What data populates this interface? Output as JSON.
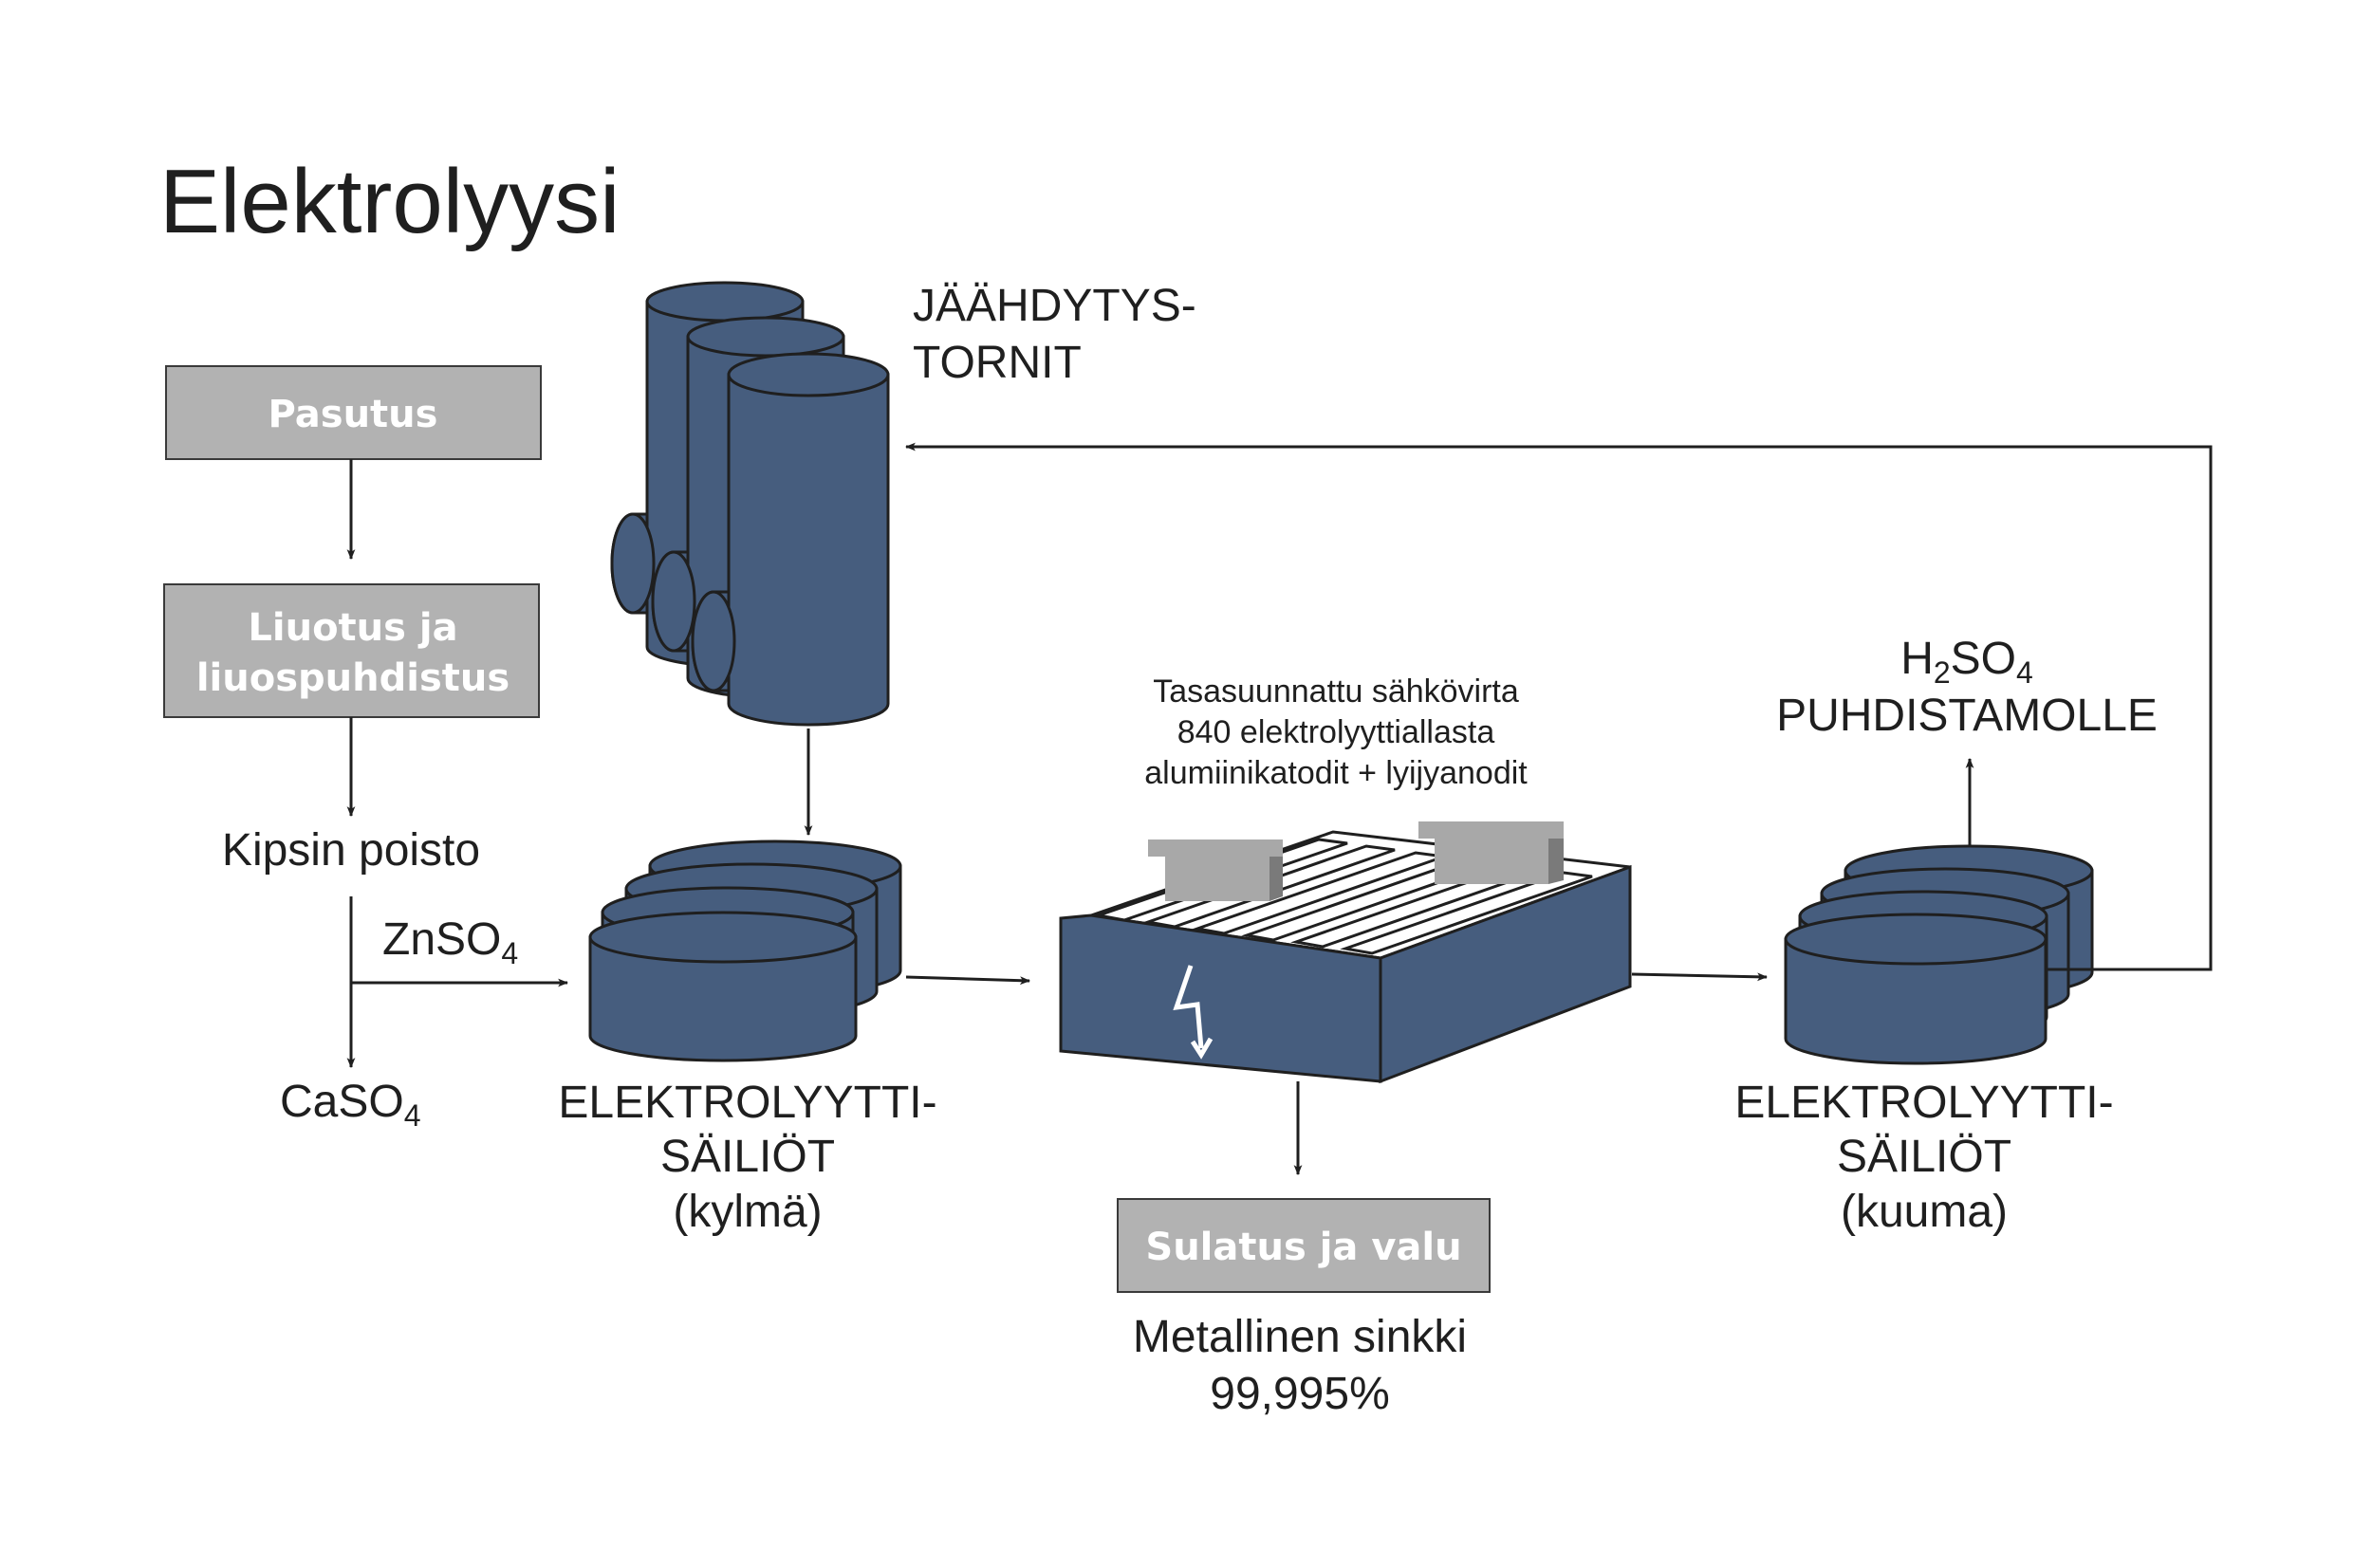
{
  "title": "Elektrolyysi",
  "boxes": {
    "pasutus": "Pasutus",
    "liuotus_line1": "Liuotus ja",
    "liuotus_line2": "liuospuhdistus",
    "sulatus": "Sulatus ja valu"
  },
  "labels": {
    "kipsin_poisto": "Kipsin poisto",
    "znso4_main": "ZnSO",
    "znso4_sub": "4",
    "caso4_main": "CaSO",
    "caso4_sub": "4",
    "towers_line1": "JÄÄHDYTYS-",
    "towers_line2": "TORNIT",
    "cold_line1": "ELEKTROLYYTTI-",
    "cold_line2": "SÄILIÖT",
    "cold_line3": "(kylmä)",
    "cell_line1": "Tasasuunnattu sähkövirta",
    "cell_line2": "840 elektrolyyttiallasta",
    "cell_line3": "alumiinikatodit + lyijyanodit",
    "h2so4_h": "H",
    "h2so4_sub1": "2",
    "h2so4_so": "SO",
    "h2so4_sub2": "4",
    "h2so4_line2": "PUHDISTAMOLLE",
    "hot_line1": "ELEKTROLYYTTI-",
    "hot_line2": "SÄILIÖT",
    "hot_line3": "(kuuma)",
    "metal_line1": "Metallinen sinkki",
    "metal_line2": "99,995%"
  },
  "colors": {
    "tank": "#465d7e",
    "box": "#b2b2b2",
    "plate": "#a8a8a8"
  },
  "icons": {
    "lightning": "lightning-bolt-icon"
  }
}
